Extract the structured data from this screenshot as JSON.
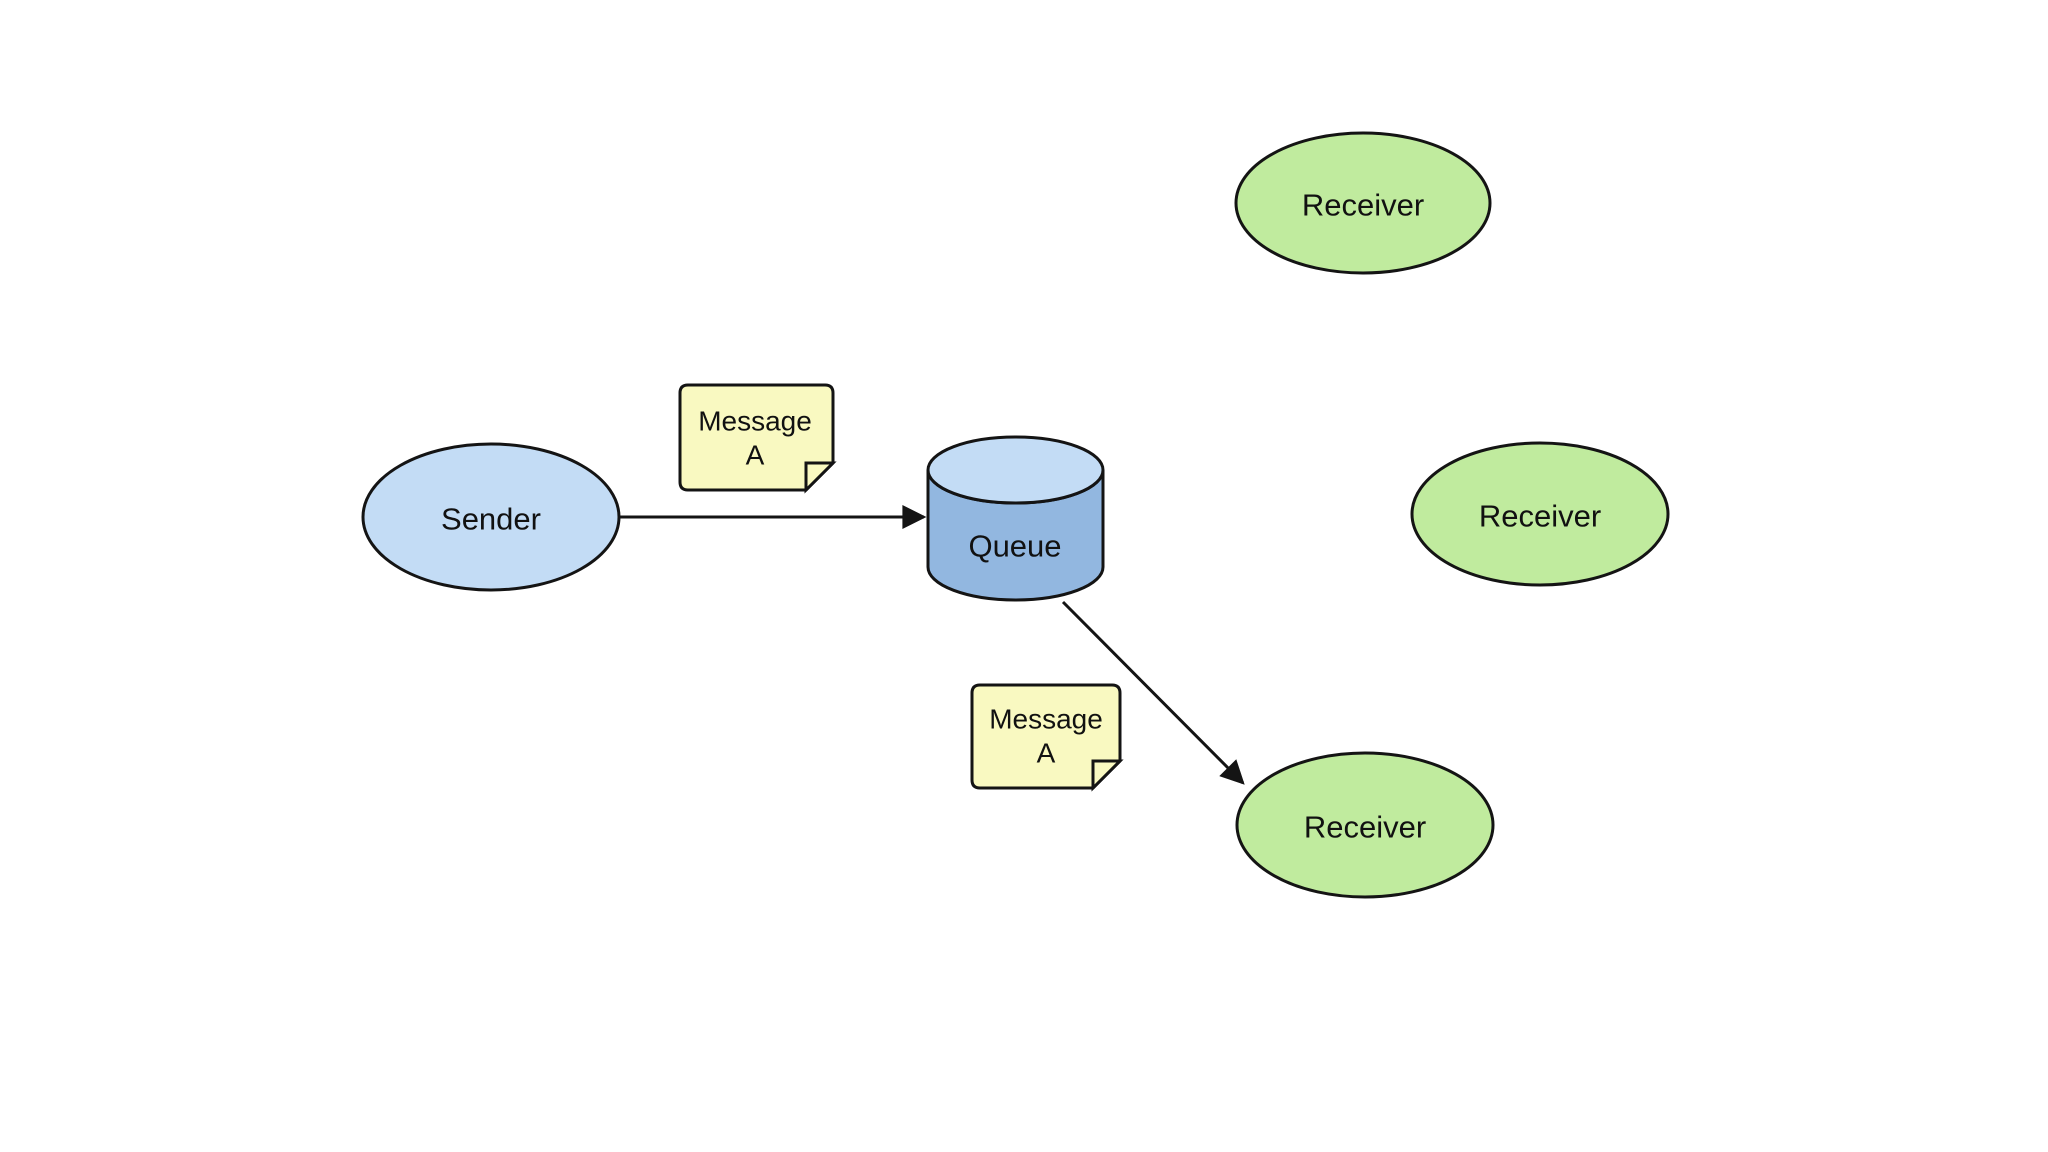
{
  "diagram": {
    "background": "#ffffff",
    "colors": {
      "node_blue_fill": "#c3dcf5",
      "queue_body_fill": "#92b7e0",
      "queue_top_fill": "#c3dcf5",
      "receiver_green_fill": "#c0eb9e",
      "note_yellow_fill": "#f9f9c1",
      "border": "#141414",
      "arrow": "#141414",
      "text": "#111111"
    },
    "nodes": {
      "sender": {
        "label": "Sender",
        "shape": "ellipse"
      },
      "queue": {
        "label": "Queue",
        "shape": "cylinder"
      },
      "receiver_top": {
        "label": "Receiver",
        "shape": "ellipse"
      },
      "receiver_middle": {
        "label": "Receiver",
        "shape": "ellipse"
      },
      "receiver_bottom": {
        "label": "Receiver",
        "shape": "ellipse"
      }
    },
    "notes": {
      "sender_to_queue": {
        "line1": "Message",
        "line2": "A"
      },
      "queue_to_receiver": {
        "line1": "Message",
        "line2": "A"
      }
    },
    "edges": [
      {
        "from": "sender",
        "to": "queue",
        "style": "solid-arrow"
      },
      {
        "from": "queue",
        "to": "receiver_bottom",
        "style": "solid-arrow"
      }
    ]
  }
}
